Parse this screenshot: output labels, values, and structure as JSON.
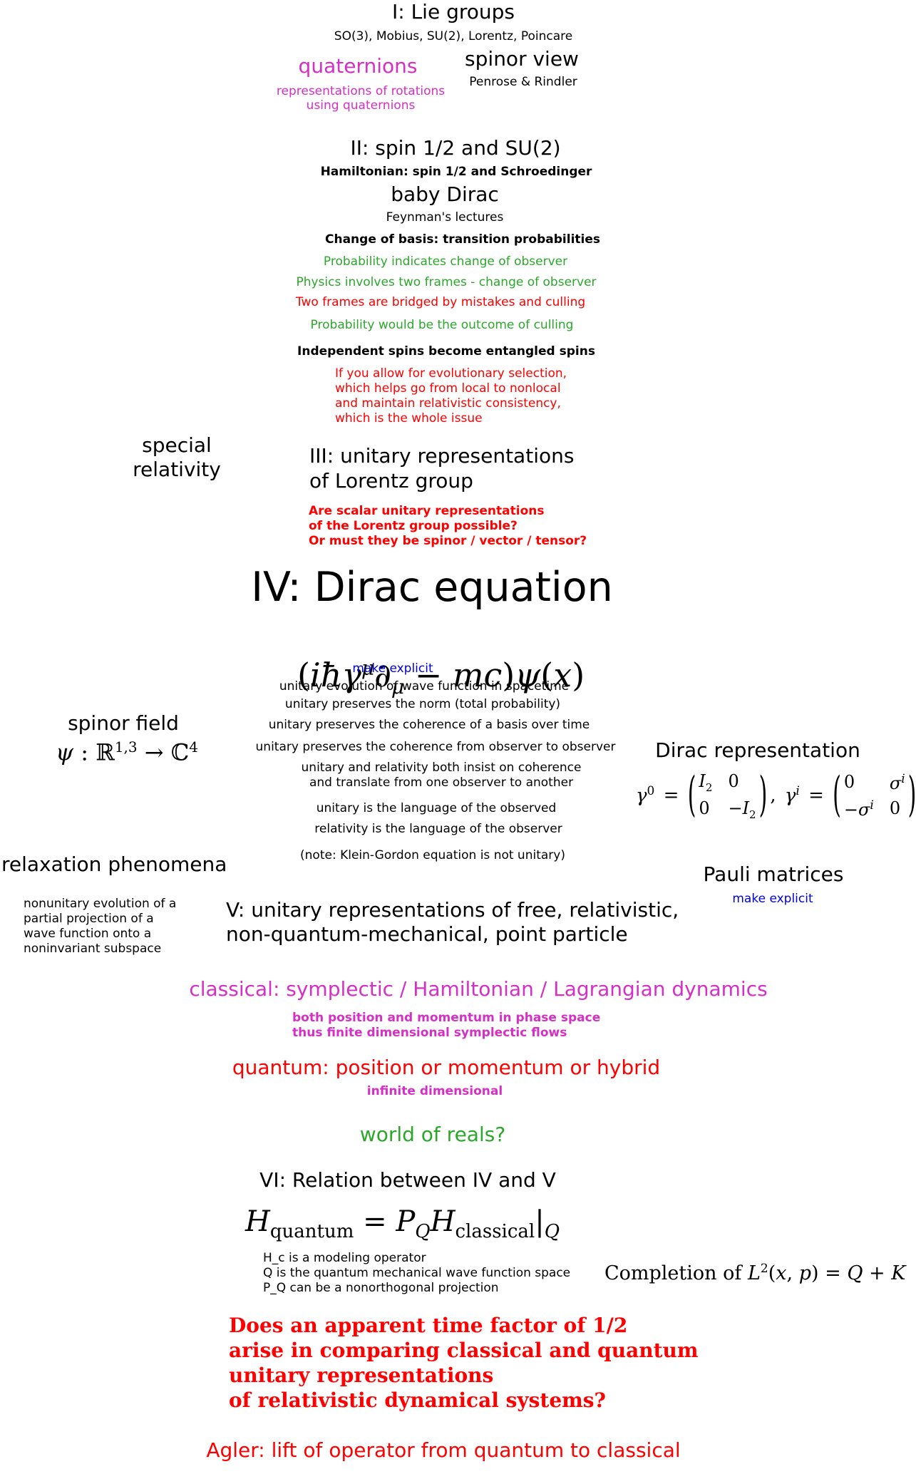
{
  "colors": {
    "black": "#000000",
    "magenta": "#d62fc5",
    "green": "#2ba82b",
    "red": "#ff0000",
    "blue": "#0000dd"
  },
  "s1": {
    "title": "I: Lie groups",
    "subtitle": "SO(3), Mobius, SU(2), Lorentz, Poincare",
    "quaternions": "quaternions",
    "quaternions_note": "representations of rotations\nusing quaternions",
    "spinor_view": "spinor view",
    "spinor_view_note": "Penrose & Rindler"
  },
  "s2": {
    "title": "II: spin 1/2 and SU(2)",
    "hamiltonian": "Hamiltonian: spin 1/2 and Schroedinger",
    "baby_dirac": "baby Dirac",
    "feynman": "Feynman's lectures",
    "change_basis": "Change of basis: transition probabilities",
    "prob_change": "Probability indicates change of observer",
    "two_frames": "Physics involves two frames - change of observer",
    "bridged": "Two frames are bridged by mistakes and culling",
    "outcome": "Probability would be the outcome of culling",
    "entangled": "Independent spins become entangled spins",
    "evolutionary": "If you allow for evolutionary selection,\nwhich helps go from local to nonlocal\nand maintain relativistic consistency,\nwhich is the whole issue"
  },
  "special_relativity": "special\nrelativity",
  "s3": {
    "title": "III: unitary representations\n     of Lorentz group",
    "question": "Are scalar unitary representations\nof the Lorentz group possible?\nOr must they be spinor / vector / tensor?"
  },
  "s4": {
    "title": "IV: Dirac equation",
    "equation": "(iħγ^μ∂_μ − mc)ψ(x)",
    "make_explicit": "make explicit",
    "lines": [
      "unitary evolution of wave function in spacetime",
      "unitary preserves the norm (total probability)",
      "unitary preserves the coherence of a basis over time",
      "unitary preserves the coherence from observer to observer",
      "unitary and relativity both insist on coherence\nand translate from one observer to another",
      "unitary is the language of the observed",
      "relativity is the language of the observer",
      "(note: Klein-Gordon equation is not unitary)"
    ]
  },
  "spinor_field": {
    "title": "spinor field",
    "formula": "ψ : ℝ^1,3 → ℂ^4"
  },
  "dirac_rep": {
    "title": "Dirac representation",
    "formula": "γ^0 = (I2 0; 0 −I2), γ^i = (0 σ^i; −σ^i 0)"
  },
  "relaxation": {
    "title": "relaxation phenomena",
    "note": "nonunitary evolution of a\npartial projection of a\nwave function onto a\nnoninvariant subspace"
  },
  "pauli": {
    "title": "Pauli matrices",
    "make_explicit": "make explicit"
  },
  "s5": {
    "title": "V: unitary representations of free, relativistic,\nnon-quantum-mechanical, point particle",
    "classical": "classical: symplectic / Hamiltonian / Lagrangian dynamics",
    "classical_note": "both position and momentum in phase space\nthus finite dimensional symplectic flows",
    "quantum": "quantum: position or momentum or hybrid",
    "quantum_note": "infinite dimensional",
    "reals": "world of reals?"
  },
  "s6": {
    "title": "VI: Relation between IV and V",
    "equation": "H_quantum = P_Q H_classical|_Q",
    "notes": "H_c is a modeling operator\nQ is the quantum mechanical wave function space\nP_Q can be a nonorthogonal projection",
    "completion": "Completion of L^2(x, p) = Q + K",
    "question": "Does an apparent time factor of 1/2\narise in comparing classical and quantum\nunitary representations\nof relativistic dynamical systems?",
    "agler": "Agler: lift of operator from quantum to classical"
  }
}
